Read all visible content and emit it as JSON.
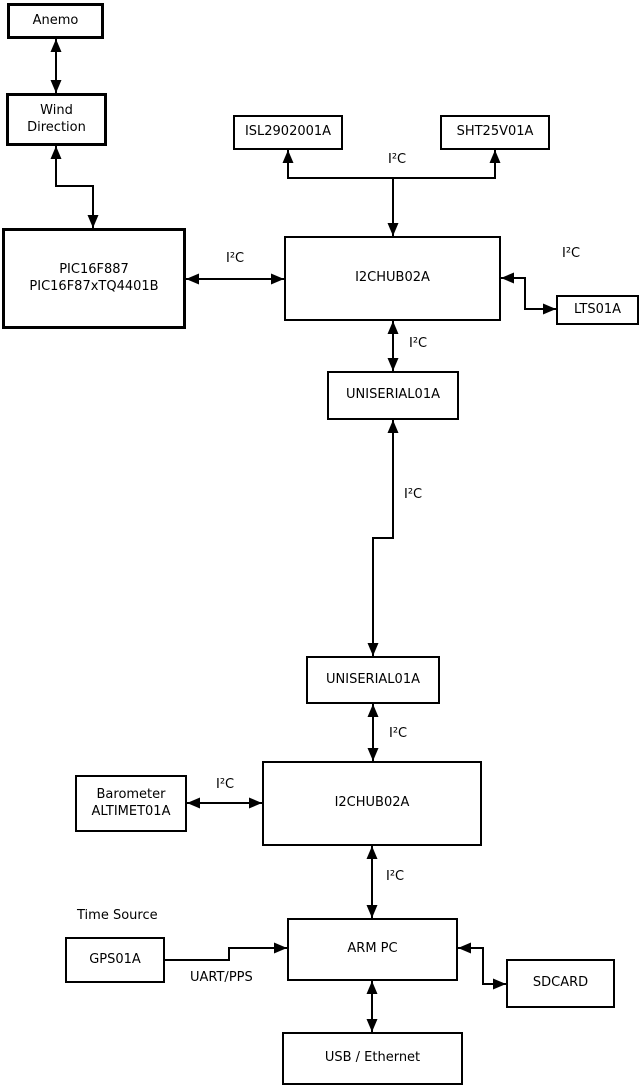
{
  "diagram": {
    "background": "#ffffff",
    "stroke_color": "#000000",
    "nodes": {
      "anemo": {
        "label": "Anemo"
      },
      "wind_direction": {
        "label": "Wind\nDirection"
      },
      "pic": {
        "label": "PIC16F887\nPIC16F87xTQ4401B"
      },
      "isl": {
        "label": "ISL2902001A"
      },
      "sht": {
        "label": "SHT25V01A"
      },
      "i2c_hub_top": {
        "label": "I2CHUB02A"
      },
      "lts": {
        "label": "LTS01A"
      },
      "uniserial_top": {
        "label": "UNISERIAL01A"
      },
      "uniserial_bottom": {
        "label": "UNISERIAL01A"
      },
      "barometer": {
        "label": "Barometer\nALTIMET01A"
      },
      "i2c_hub_bottom": {
        "label": "I2CHUB02A"
      },
      "gps": {
        "label": "GPS01A"
      },
      "arm_pc": {
        "label": "ARM PC"
      },
      "sdcard": {
        "label": "SDCARD"
      },
      "usb_ethernet": {
        "label": "USB / Ethernet"
      }
    },
    "labels": {
      "i2c": "I²C",
      "uart_pps": "UART/PPS",
      "time_source": "Time Source"
    },
    "edges": [
      {
        "from": "anemo",
        "to": "wind_direction",
        "label": "",
        "bidirectional": true
      },
      {
        "from": "wind_direction",
        "to": "pic",
        "label": "",
        "bidirectional": true
      },
      {
        "from": "pic",
        "to": "i2c_hub_top",
        "label": "I²C",
        "bidirectional": true
      },
      {
        "from": "i2c_hub_top",
        "to": "isl",
        "label": "I²C",
        "bidirectional": true
      },
      {
        "from": "i2c_hub_top",
        "to": "sht",
        "label": "I²C",
        "bidirectional": true
      },
      {
        "from": "i2c_hub_top",
        "to": "lts",
        "label": "I²C",
        "bidirectional": true
      },
      {
        "from": "i2c_hub_top",
        "to": "uniserial_top",
        "label": "I²C",
        "bidirectional": true
      },
      {
        "from": "uniserial_top",
        "to": "uniserial_bottom",
        "label": "I²C",
        "bidirectional": true
      },
      {
        "from": "uniserial_bottom",
        "to": "i2c_hub_bottom",
        "label": "I²C",
        "bidirectional": true
      },
      {
        "from": "barometer",
        "to": "i2c_hub_bottom",
        "label": "I²C",
        "bidirectional": true
      },
      {
        "from": "i2c_hub_bottom",
        "to": "arm_pc",
        "label": "I²C",
        "bidirectional": true
      },
      {
        "from": "gps",
        "to": "arm_pc",
        "label": "UART/PPS",
        "bidirectional": false
      },
      {
        "from": "arm_pc",
        "to": "sdcard",
        "label": "",
        "bidirectional": true
      },
      {
        "from": "arm_pc",
        "to": "usb_ethernet",
        "label": "",
        "bidirectional": true
      }
    ]
  }
}
